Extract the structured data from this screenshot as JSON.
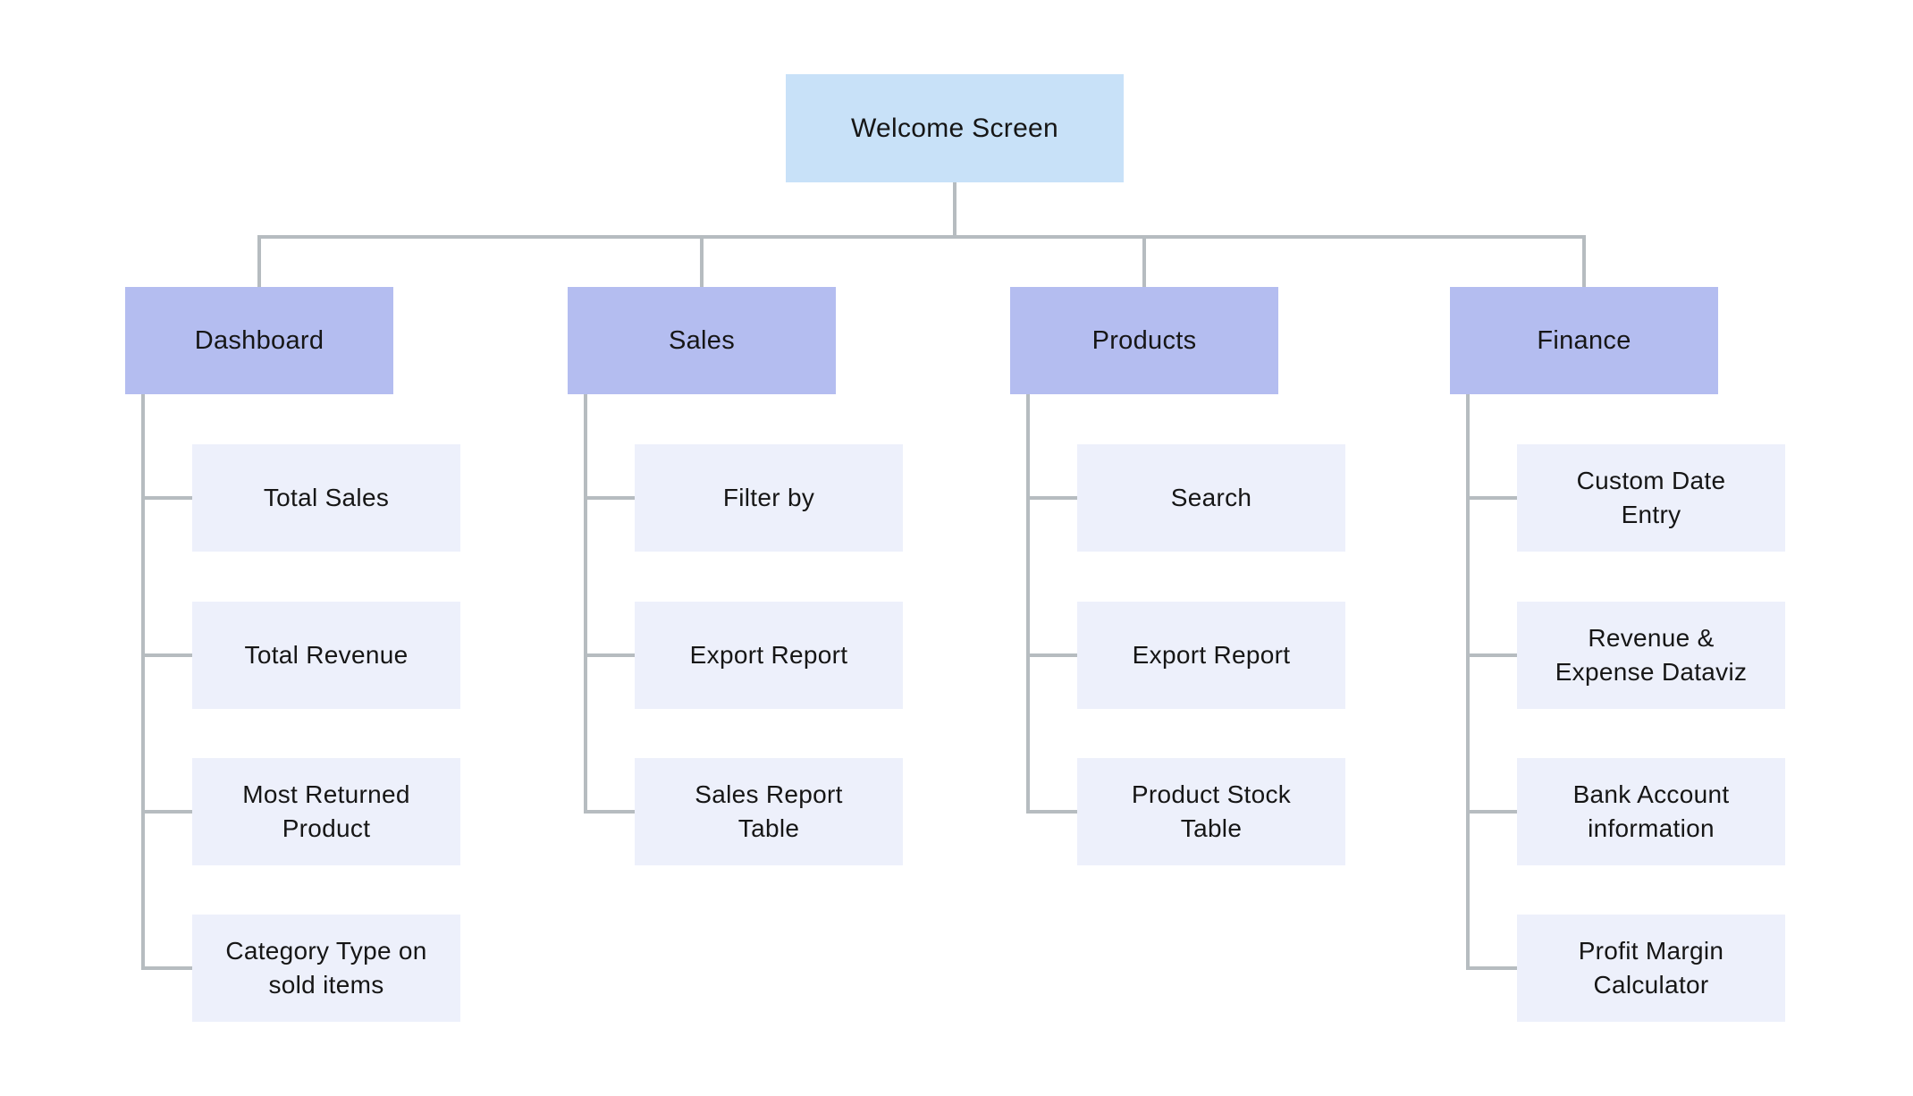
{
  "diagram": {
    "type": "sitemap-tree",
    "colors": {
      "root_fill": "#c8e1f8",
      "category_fill": "#b4bdf0",
      "child_fill": "#edf0fb",
      "connector": "#b6bcc0",
      "text": "#161616",
      "background": "#ffffff"
    },
    "root": {
      "label": "Welcome Screen"
    },
    "categories": [
      {
        "label": "Dashboard",
        "children": [
          "Total Sales",
          "Total Revenue",
          "Most Returned\nProduct",
          "Category Type on\nsold items"
        ]
      },
      {
        "label": "Sales",
        "children": [
          "Filter by",
          "Export Report",
          "Sales Report\nTable"
        ]
      },
      {
        "label": "Products",
        "children": [
          "Search",
          "Export Report",
          "Product Stock\nTable"
        ]
      },
      {
        "label": "Finance",
        "children": [
          "Custom Date\nEntry",
          "Revenue &\nExpense Dataviz",
          "Bank Account\ninformation",
          "Profit Margin\nCalculator"
        ]
      }
    ]
  }
}
